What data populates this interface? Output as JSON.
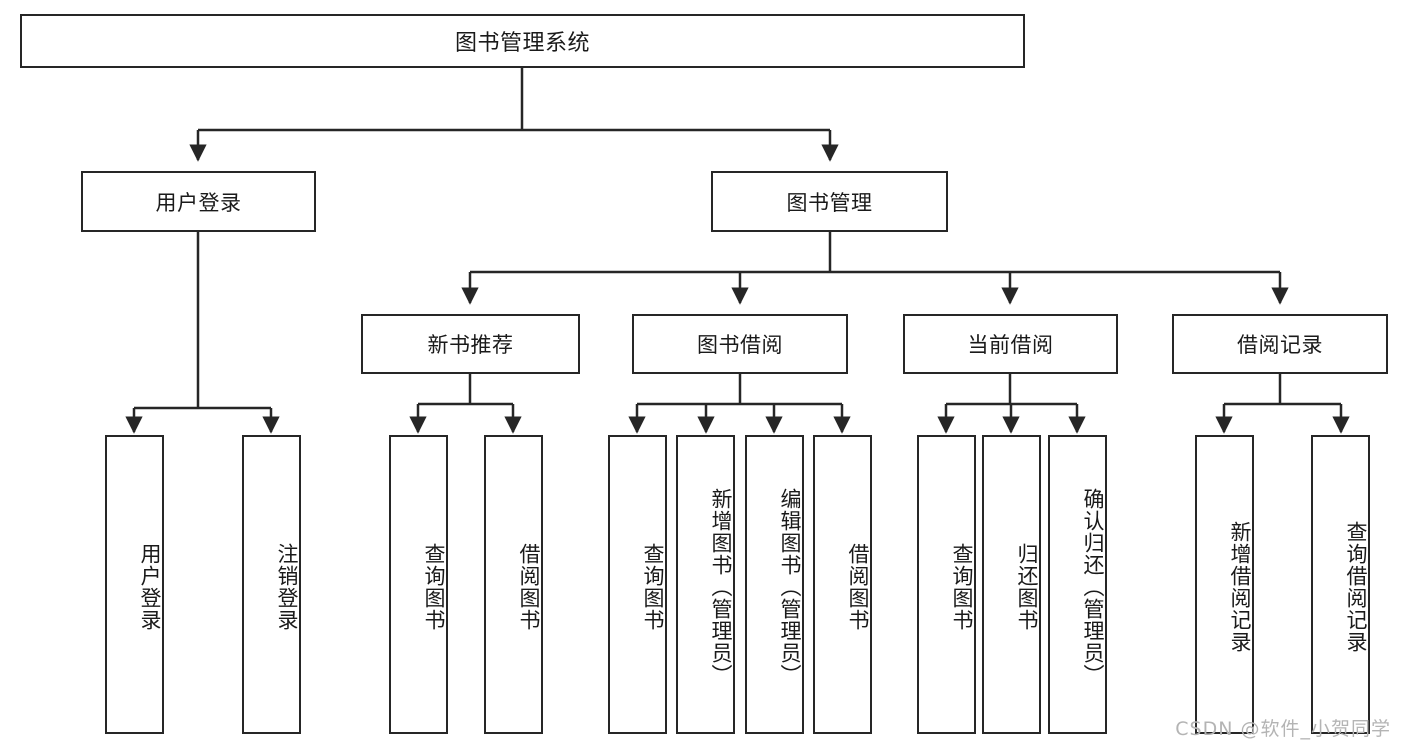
{
  "diagram": {
    "title": "图书管理系统",
    "type": "functional-decomposition-tree",
    "stroke_color": "#262626",
    "background_color": "#ffffff",
    "levels": 4
  },
  "nodes": {
    "root": {
      "label": "图书管理系统"
    },
    "level2": [
      {
        "label": "用户登录"
      },
      {
        "label": "图书管理"
      }
    ],
    "level3": [
      {
        "label": "新书推荐"
      },
      {
        "label": "图书借阅"
      },
      {
        "label": "当前借阅"
      },
      {
        "label": "借阅记录"
      }
    ],
    "leaves_user_login": [
      {
        "label": "用户登录"
      },
      {
        "label": "注销登录"
      }
    ],
    "leaves_new_book": [
      {
        "label": "查询图书"
      },
      {
        "label": "借阅图书"
      }
    ],
    "leaves_borrow": [
      {
        "label": "查询图书"
      },
      {
        "label": "新增图书（管理员）"
      },
      {
        "label": "编辑图书（管理员）"
      },
      {
        "label": "借阅图书"
      }
    ],
    "leaves_current": [
      {
        "label": "查询图书"
      },
      {
        "label": "归还图书"
      },
      {
        "label": "确认归还（管理员）"
      }
    ],
    "leaves_record": [
      {
        "label": "新增借阅记录"
      },
      {
        "label": "查询借阅记录"
      }
    ]
  },
  "watermark": {
    "text": "CSDN @软件_小贺同学",
    "color": "#b4b4b4"
  }
}
